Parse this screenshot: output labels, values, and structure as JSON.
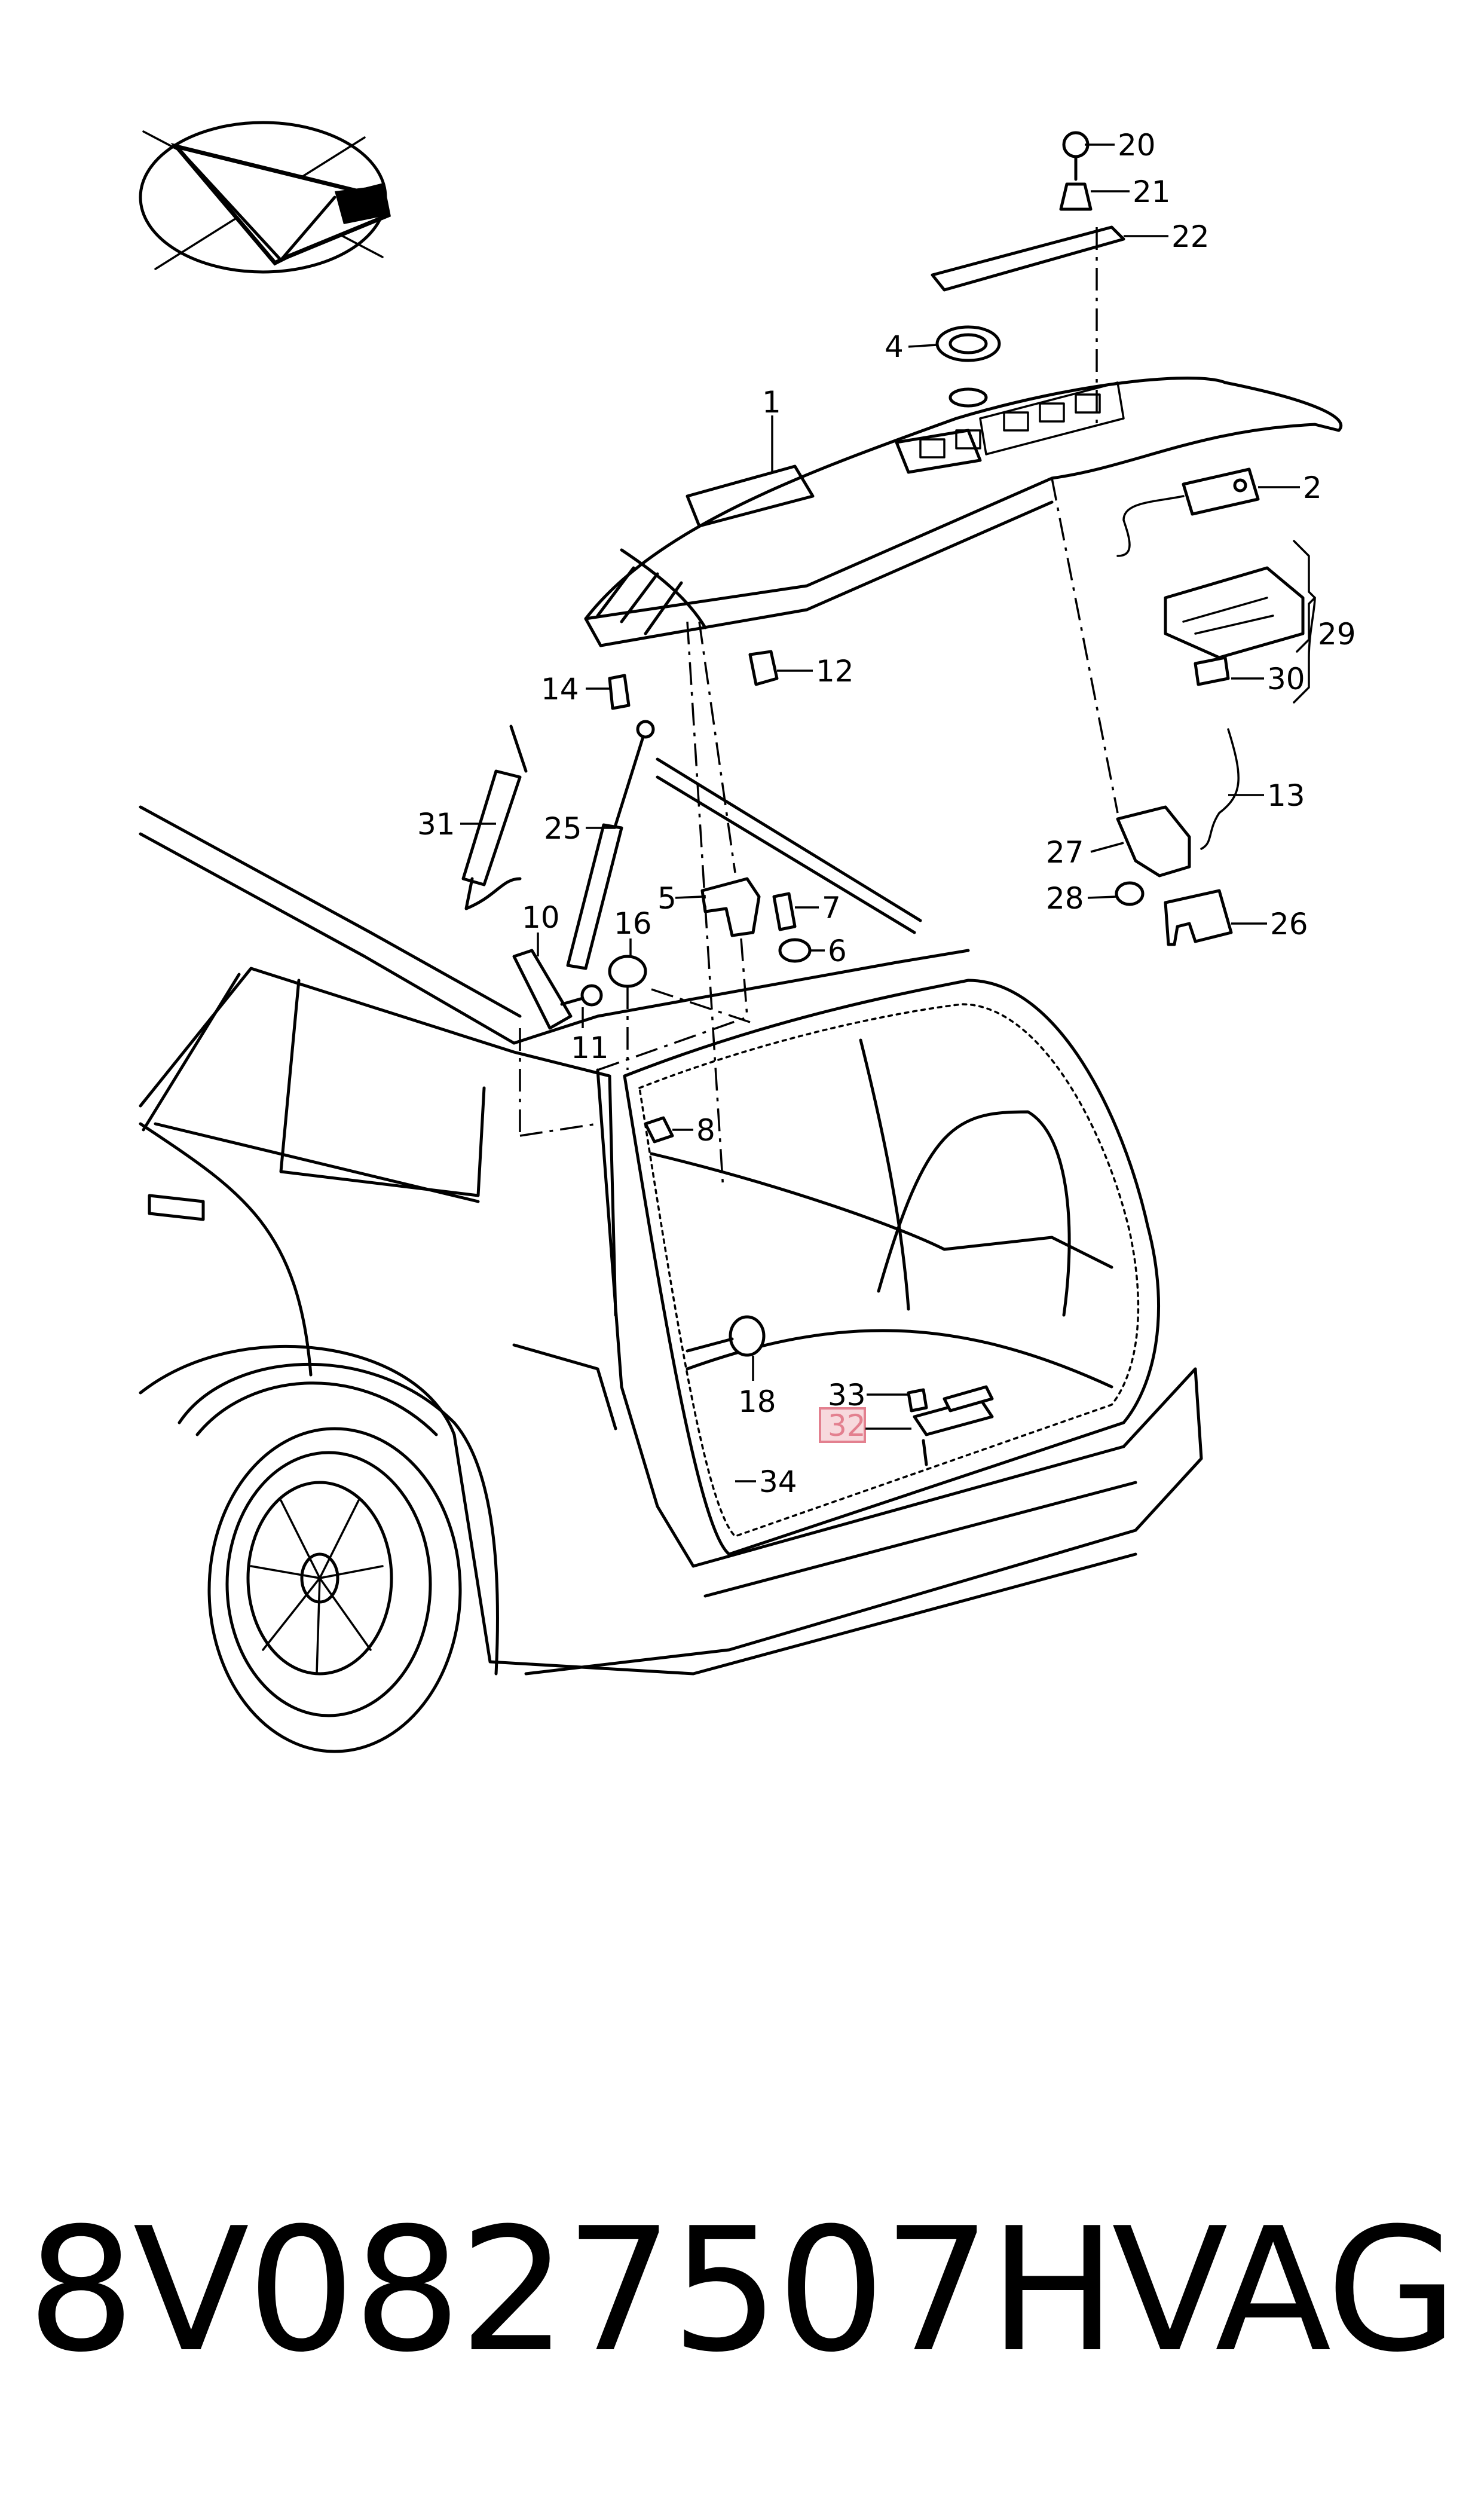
{
  "labels": [
    "20",
    "21",
    "22",
    "4",
    "1",
    "2",
    "29",
    "30",
    "12",
    "14",
    "31",
    "13",
    "25",
    "27",
    "28",
    "26",
    "5",
    "7",
    "6",
    "10",
    "16",
    "11",
    "8",
    "18",
    "33",
    "32",
    "34"
  ],
  "highlighted_label": "32",
  "footer": {
    "part_number": "8V0827507H",
    "brand": "VAG"
  },
  "colors": {
    "line": "#000000",
    "background": "#ffffff",
    "highlight_fill": "#f7d9dd",
    "highlight_border": "#e3808f"
  }
}
